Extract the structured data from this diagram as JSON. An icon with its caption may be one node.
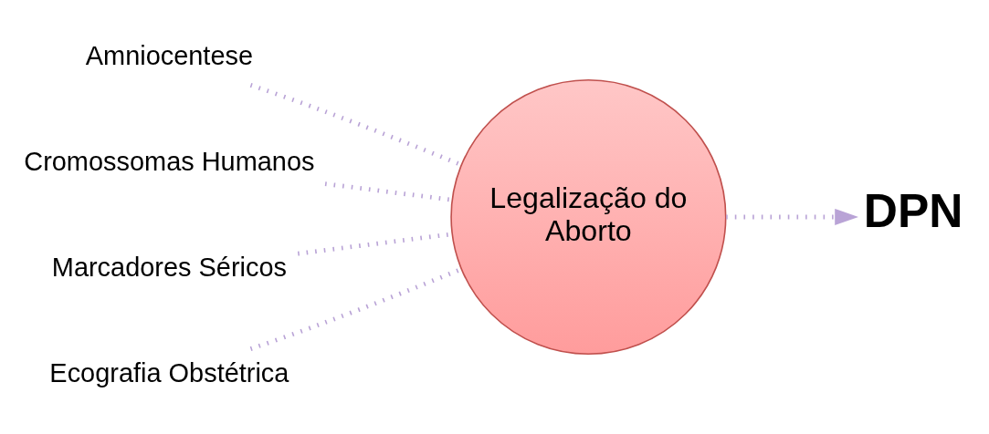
{
  "diagram": {
    "nodes": [
      {
        "text": [
          "Amniocentese"
        ]
      },
      {
        "text": [
          "Cromossomas Humanos"
        ]
      },
      {
        "text": [
          "Marcadores Séricos"
        ]
      },
      {
        "text": [
          "Ecografia Obstétrica"
        ]
      },
      {
        "text": [
          "Legalização do Aborto"
        ]
      },
      {
        "text": [
          "DPN"
        ]
      }
    ],
    "edges": [
      {
        "from": 0,
        "to": 4,
        "arrow": "none"
      },
      {
        "from": 1,
        "to": 4,
        "arrow": "none"
      },
      {
        "from": 2,
        "to": 4,
        "arrow": "none"
      },
      {
        "from": 3,
        "to": 4,
        "arrow": "none"
      },
      {
        "from": 4,
        "to": 5,
        "arrow": "to"
      }
    ]
  }
}
